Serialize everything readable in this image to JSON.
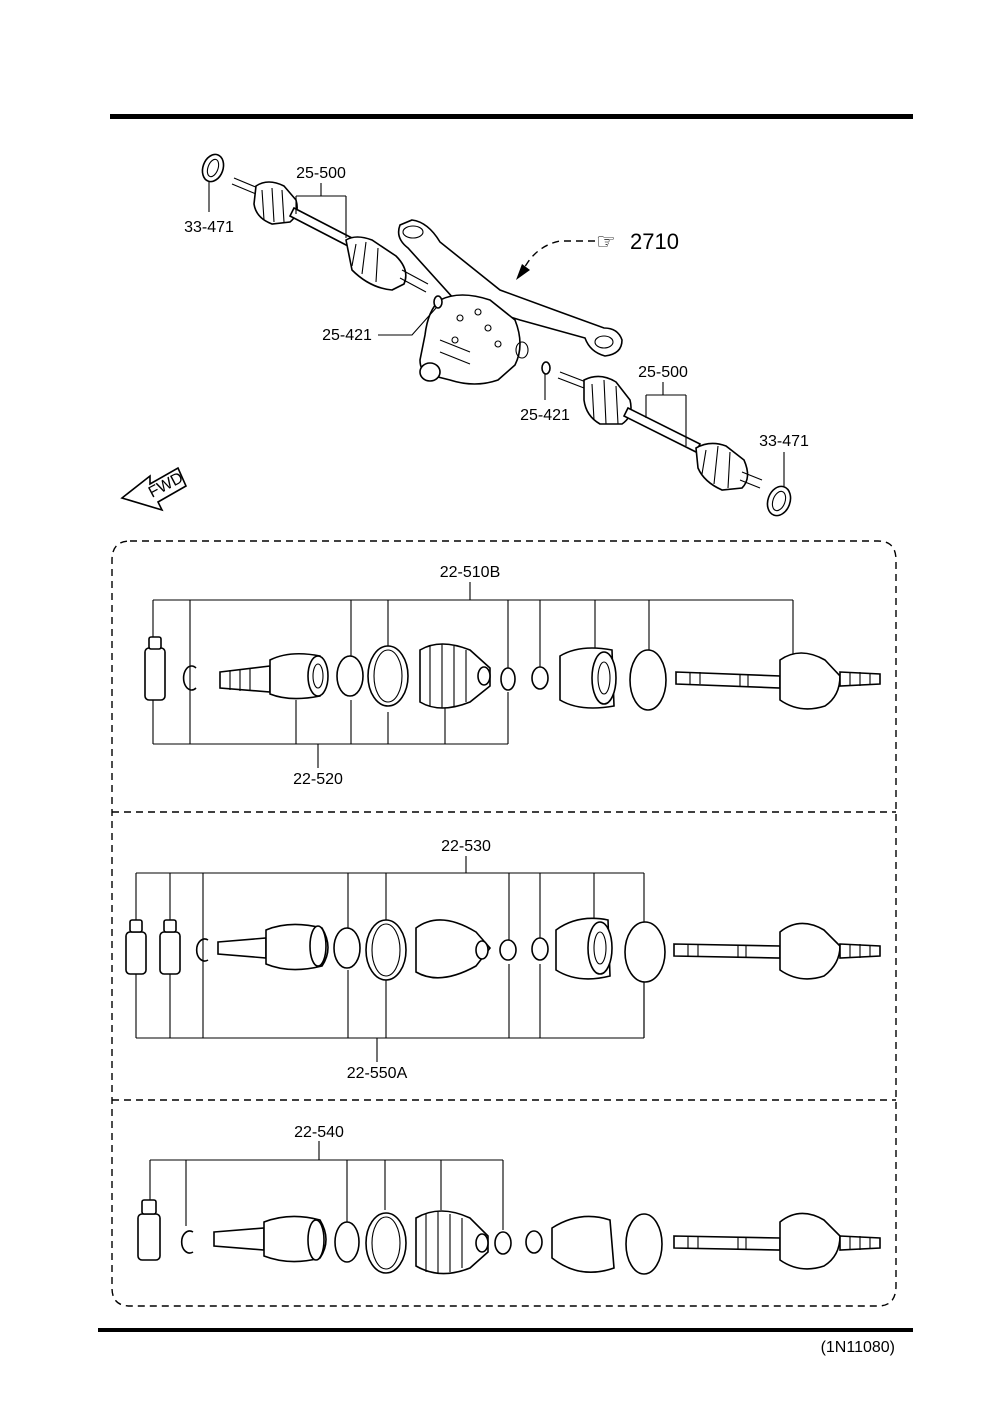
{
  "figure_code": "(1N11080)",
  "reference": {
    "arrow_text": "☞",
    "number": "2710"
  },
  "fwd": "FWD",
  "top_labels": {
    "seal_left": "33-471",
    "seal_right": "33-471",
    "shaft_left": "25-500",
    "shaft_right": "25-500",
    "clip_left": "25-421",
    "clip_right": "25-421"
  },
  "panel1": {
    "kit_top": "22-510B",
    "kit_bottom": "22-520"
  },
  "panel2": {
    "kit_top": "22-530",
    "kit_bottom": "22-550A"
  },
  "panel3": {
    "kit_top": "22-540"
  }
}
